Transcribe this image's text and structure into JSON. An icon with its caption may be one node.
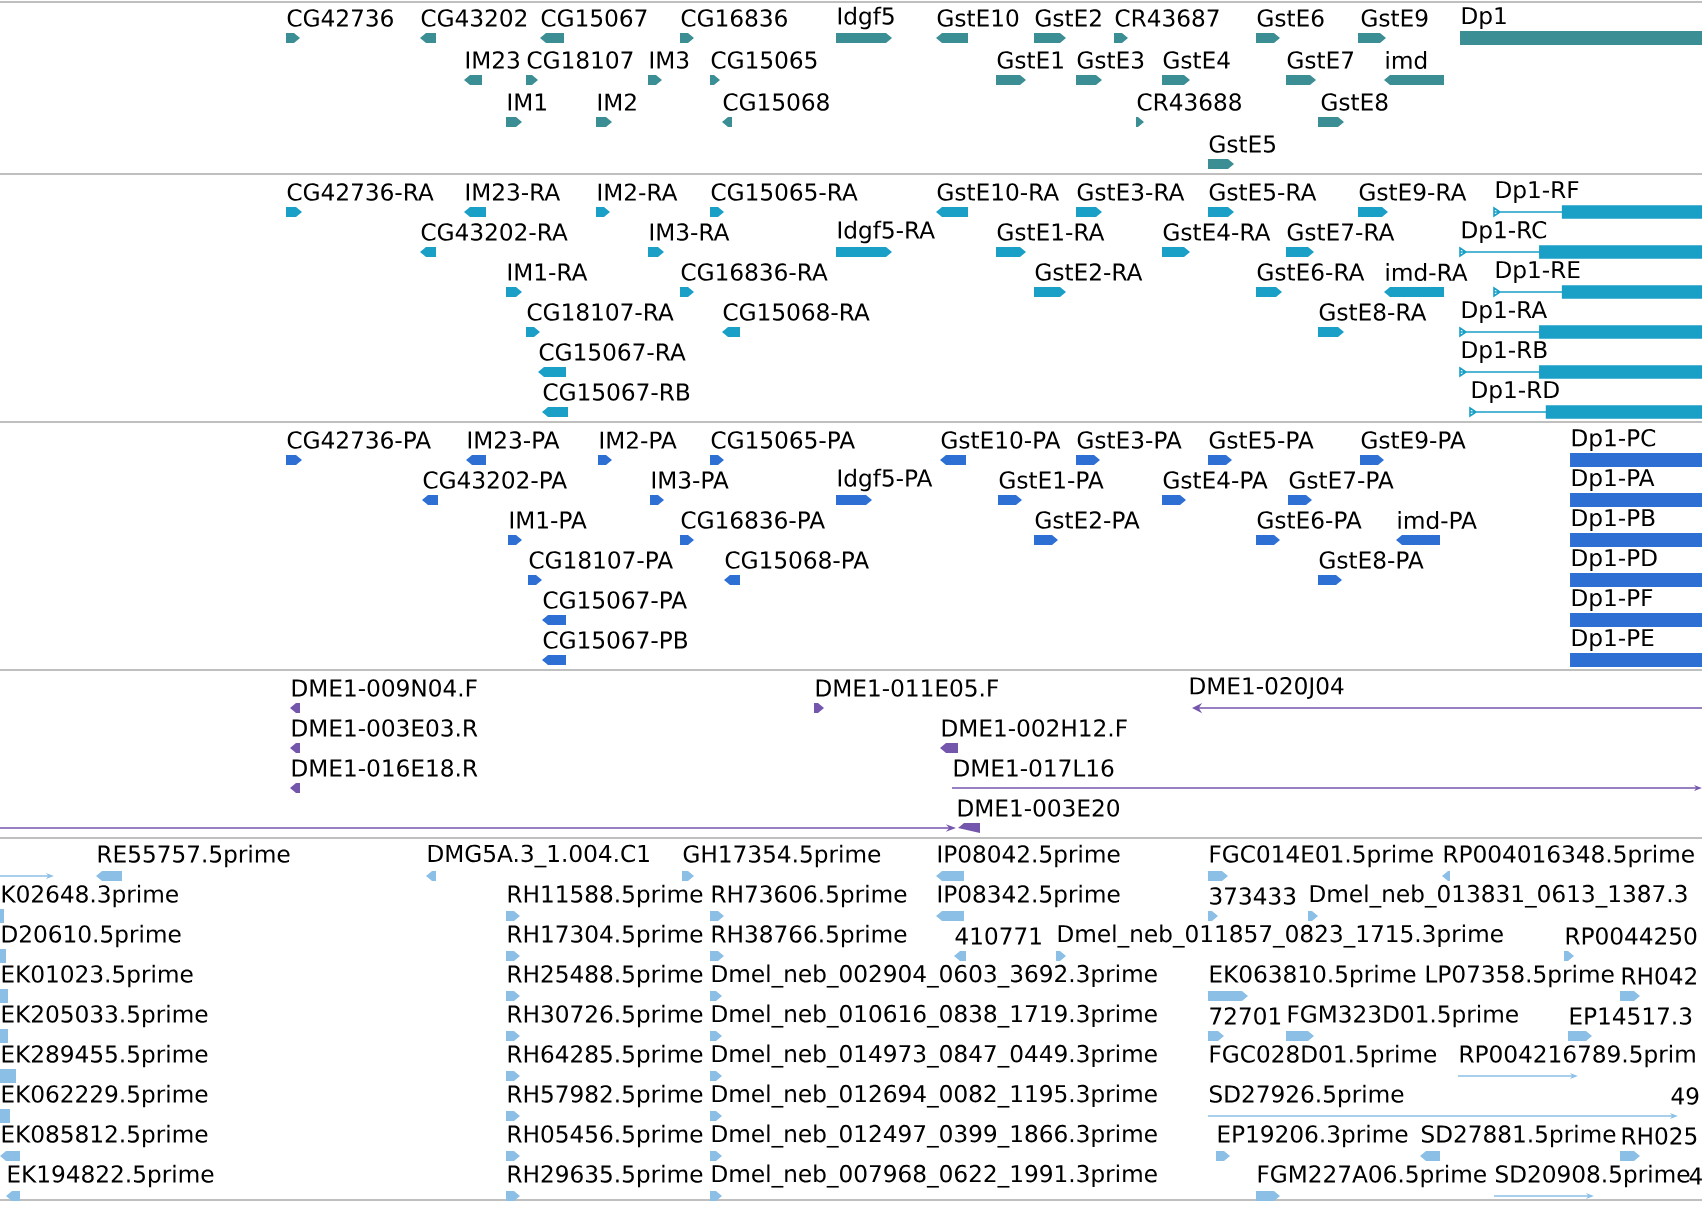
{
  "diagram": {
    "labels": [
      "CG42736",
      "CG43202",
      "CG15067",
      "CG16836",
      "Idgf5",
      "GstE10",
      "GstE2",
      "CR43687",
      "GstE6",
      "GstE9",
      "Dp1",
      "IM23",
      "CG18107",
      "IM3",
      "CG15065",
      "GstE1",
      "GstE3",
      "GstE4",
      "GstE7",
      "imd",
      "IM1",
      "IM2",
      "CG15068",
      "CR43688",
      "GstE8",
      "GstE5",
      "CG42736-RA",
      "IM23-RA",
      "IM2-RA",
      "CG15065-RA",
      "GstE10-RA",
      "GstE3-RA",
      "GstE5-RA",
      "GstE9-RA",
      "Dp1-RF",
      "CG43202-RA",
      "IM3-RA",
      "Idgf5-RA",
      "GstE1-RA",
      "GstE4-RA",
      "GstE7-RA",
      "Dp1-RC",
      "IM1-RA",
      "CG16836-RA",
      "GstE2-RA",
      "GstE6-RA",
      "imd-RA",
      "Dp1-RE",
      "CG18107-RA",
      "CG15068-RA",
      "GstE8-RA",
      "Dp1-RA",
      "CG15067-RA",
      "Dp1-RB",
      "CG15067-RB",
      "Dp1-RD",
      "CG42736-PA",
      "IM23-PA",
      "IM2-PA",
      "CG15065-PA",
      "GstE10-PA",
      "GstE3-PA",
      "GstE5-PA",
      "GstE9-PA",
      "Dp1-PC",
      "CG43202-PA",
      "IM3-PA",
      "Idgf5-PA",
      "GstE1-PA",
      "GstE4-PA",
      "GstE7-PA",
      "Dp1-PA",
      "IM1-PA",
      "CG16836-PA",
      "GstE2-PA",
      "GstE6-PA",
      "imd-PA",
      "Dp1-PB",
      "CG18107-PA",
      "CG15068-PA",
      "GstE8-PA",
      "Dp1-PD",
      "CG15067-PA",
      "Dp1-PF",
      "CG15067-PB",
      "Dp1-PE",
      "DME1-009N04.F",
      "DME1-011E05.F",
      "DME1-020J04",
      "DME1-003E03.R",
      "DME1-002H12.F",
      "DME1-016E18.R",
      "DME1-017L16",
      "DME1-003E20",
      "RE55757.5prime",
      "DMG5A.3_1.004.C1",
      "GH17354.5prime",
      "IP08042.5prime",
      "FGC014E01.5prime",
      "RP004016348.5prime",
      "K02648.3prime",
      "RH11588.5prime",
      "RH73606.5prime",
      "IP08342.5prime",
      "373433",
      "Dmel_neb_013831_0613_1387.3",
      "D20610.5prime",
      "RH17304.5prime",
      "RH38766.5prime",
      "410771",
      "Dmel_neb_011857_0823_1715.3prime",
      "RP0044250",
      "EK01023.5prime",
      "RH25488.5prime",
      "Dmel_neb_002904_0603_3692.3prime",
      "EK063810.5prime",
      "LP07358.5prime",
      "RH042",
      "EK205033.5prime",
      "RH30726.5prime",
      "Dmel_neb_010616_0838_1719.3prime",
      "72701",
      "FGM323D01.5prime",
      "EP14517.3",
      "EK289455.5prime",
      "RH64285.5prime",
      "Dmel_neb_014973_0847_0449.3prime",
      "FGC028D01.5prime",
      "RP004216789.5prim",
      "EK062229.5prime",
      "RH57982.5prime",
      "Dmel_neb_012694_0082_1195.3prime",
      "SD27926.5prime",
      "49",
      "EK085812.5prime",
      "RH05456.5prime",
      "Dmel_neb_012497_0399_1866.3prime",
      "EP19206.3prime",
      "SD27881.5prime",
      "RH025",
      "EK194822.5prime",
      "RH29635.5prime",
      "Dmel_neb_007968_0622_1991.3prime",
      "FGM227A06.5prime",
      "SD20908.5prime",
      "4"
    ]
  }
}
